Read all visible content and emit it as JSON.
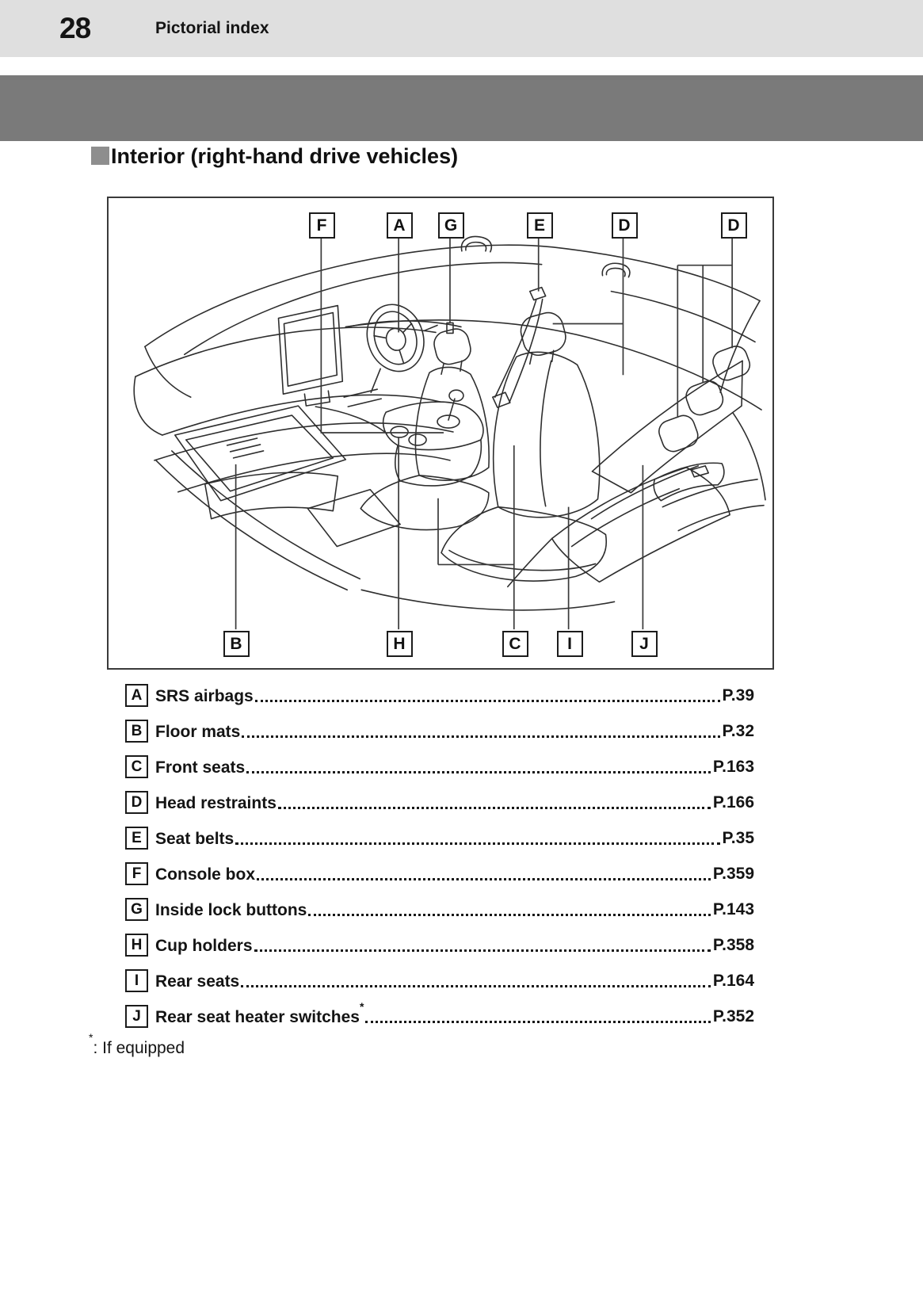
{
  "header": {
    "page_number": "28",
    "chapter": "Pictorial index"
  },
  "heading": {
    "text": "Interior (right-hand drive vehicles)"
  },
  "colors": {
    "header_bar": "#dfdfdf",
    "chapter_band": "#7a7a7a",
    "heading_marker": "#8e8e8e"
  },
  "diagram": {
    "top_callouts": [
      "F",
      "A",
      "G",
      "E",
      "D",
      "D"
    ],
    "bottom_callouts": [
      "B",
      "H",
      "C",
      "I",
      "J"
    ]
  },
  "index": {
    "items": [
      {
        "key": "A",
        "label": "SRS airbags",
        "suffix": "",
        "page": "P.39"
      },
      {
        "key": "B",
        "label": "Floor mats",
        "suffix": "",
        "page": "P.32"
      },
      {
        "key": "C",
        "label": "Front seats",
        "suffix": "",
        "page": "P.163"
      },
      {
        "key": "D",
        "label": "Head restraints",
        "suffix": "",
        "page": "P.166"
      },
      {
        "key": "E",
        "label": "Seat belts",
        "suffix": "",
        "page": "P.35"
      },
      {
        "key": "F",
        "label": "Console box",
        "suffix": "",
        "page": "P.359"
      },
      {
        "key": "G",
        "label": "Inside lock buttons",
        "suffix": "",
        "page": "P.143"
      },
      {
        "key": "H",
        "label": "Cup holders",
        "suffix": "",
        "page": "P.358"
      },
      {
        "key": "I",
        "label": "Rear seats",
        "suffix": "",
        "page": "P.164"
      },
      {
        "key": "J",
        "label": "Rear seat heater switches",
        "suffix": "*",
        "page": "P.352"
      }
    ]
  },
  "footnote": {
    "marker": "*",
    "rest": ": If equipped"
  }
}
